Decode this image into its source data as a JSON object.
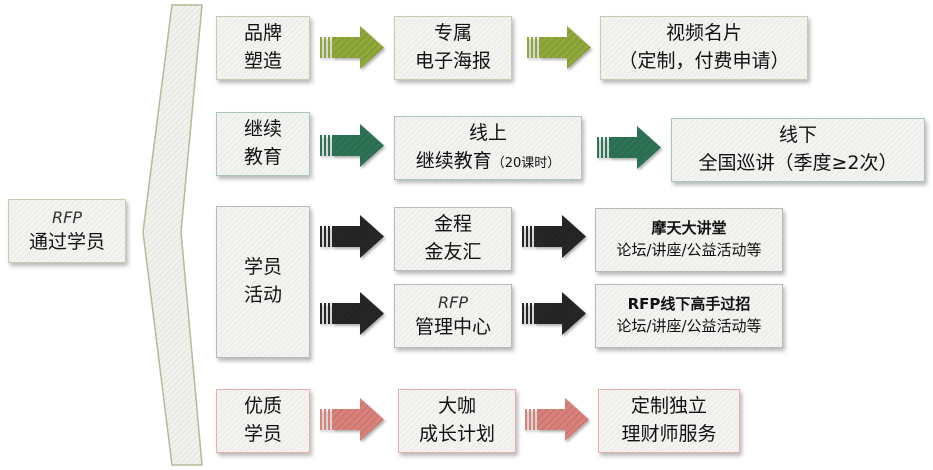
{
  "source": {
    "line1": "RFP",
    "line2": "通过学员"
  },
  "rows": [
    {
      "category": {
        "line1": "品牌",
        "line2": "塑造"
      },
      "color": "#8fa83a",
      "steps": [
        {
          "line1": "专属",
          "line2": "电子海报"
        },
        {
          "line1": "视频名片",
          "line2": "（定制，付费申请）"
        }
      ]
    },
    {
      "category": {
        "line1": "继续",
        "line2": "教育"
      },
      "color": "#2e7355",
      "steps": [
        {
          "line1": "线上",
          "line2": "继续教育",
          "note": "（20课时）"
        },
        {
          "line1": "线下",
          "line2": "全国巡讲（季度≥2次）"
        }
      ]
    },
    {
      "category": {
        "line1": "学员",
        "line2": "活动"
      },
      "color": "#262626",
      "branches": [
        {
          "steps": [
            {
              "line1": "金程",
              "line2": "金友汇"
            },
            {
              "line1": "摩天大讲堂",
              "line2": "论坛/讲座/公益活动等"
            }
          ]
        },
        {
          "steps": [
            {
              "line1": "RFP",
              "line2": "管理中心"
            },
            {
              "line1": "RFP线下高手过招",
              "line2": "论坛/讲座/公益活动等"
            }
          ]
        }
      ]
    },
    {
      "category": {
        "line1": "优质",
        "line2": "学员"
      },
      "color": "#d9807a",
      "steps": [
        {
          "line1": "大咖",
          "line2": "成长计划"
        },
        {
          "line1": "定制独立",
          "line2": "理财师服务"
        }
      ]
    }
  ]
}
